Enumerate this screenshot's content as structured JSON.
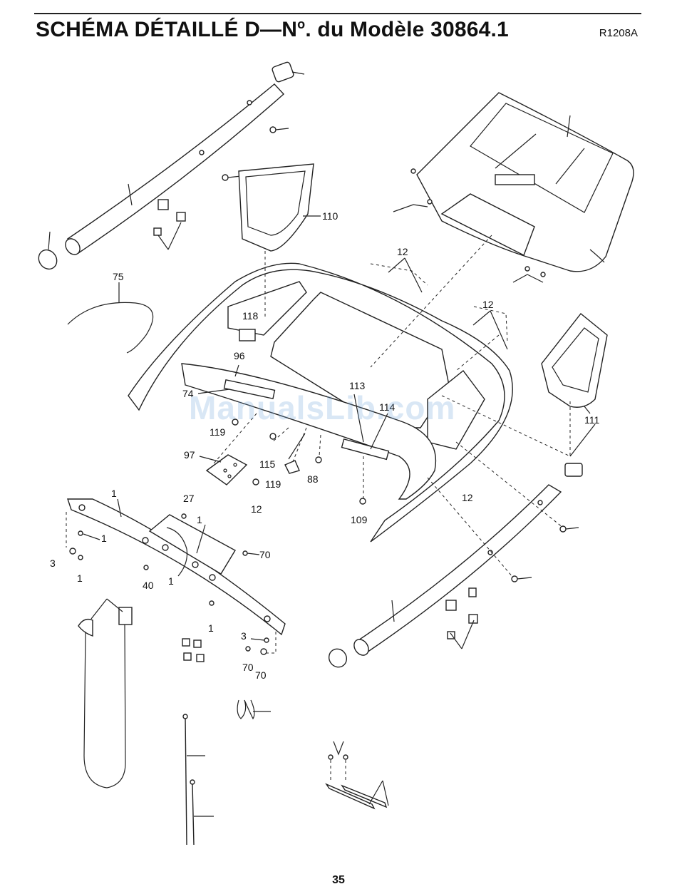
{
  "header": {
    "title_main": "SCHÉMA DÉTAILLÉ D—N",
    "title_sup": "o",
    "title_rest": ". du Modèle 30864.1",
    "code": "R1208A"
  },
  "watermark": "ManualsLib.com",
  "page_number": "35",
  "callouts": [
    "12",
    "110",
    "75",
    "118",
    "96",
    "74",
    "113",
    "114",
    "12",
    "111",
    "97",
    "119",
    "115",
    "119",
    "88",
    "12",
    "12",
    "109",
    "1",
    "27",
    "1",
    "1",
    "70",
    "3",
    "1",
    "40",
    "1",
    "1",
    "3",
    "70"
  ]
}
